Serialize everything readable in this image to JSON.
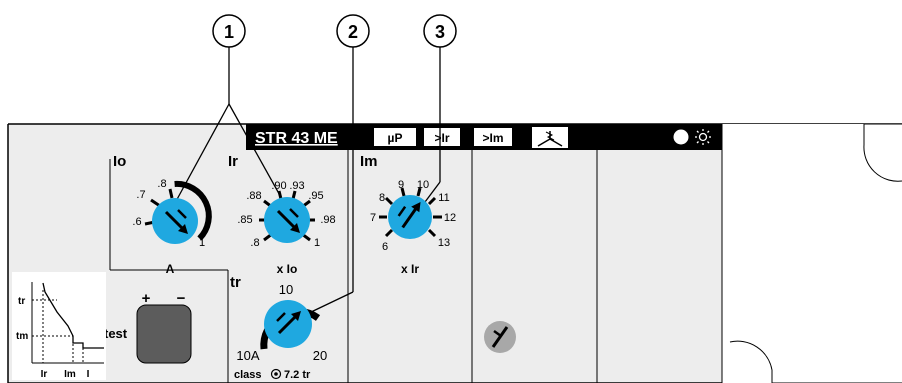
{
  "callouts": [
    "1",
    "2",
    "3"
  ],
  "header": {
    "model": "STR 43 ME",
    "indicators": [
      "µP",
      ">Ir",
      ">Im"
    ],
    "icons": [
      "load-shedding-icon",
      "led-dot-icon",
      "sun-icon"
    ]
  },
  "io": {
    "title": "Io",
    "ticks": [
      ".6",
      ".7",
      ".8",
      "1"
    ],
    "unit": "A"
  },
  "ir": {
    "title": "Ir",
    "ticks": [
      ".8",
      ".85",
      ".88",
      ".90",
      ".93",
      ".95",
      ".98",
      "1"
    ],
    "unit": "x Io"
  },
  "im": {
    "title": "Im",
    "ticks": [
      "6",
      "7",
      "8",
      "9",
      "10",
      "11",
      "12",
      "13"
    ],
    "unit": "x Ir"
  },
  "tr": {
    "title": "tr",
    "ticks": [
      "10A",
      "10",
      "20"
    ],
    "caption": "class",
    "caption_value": "7.2 tr"
  },
  "test": {
    "label": "test",
    "plus": "+",
    "minus": "−"
  },
  "curve": {
    "y_labels": [
      "tr",
      "tm"
    ],
    "x_labels": [
      "Ir",
      "Im",
      "I"
    ]
  },
  "colors": {
    "dial": "#1fa8e0",
    "panel": "#ededed",
    "header": "#000000",
    "button": "#5c5c5c",
    "knob": "#a8a8a8"
  }
}
